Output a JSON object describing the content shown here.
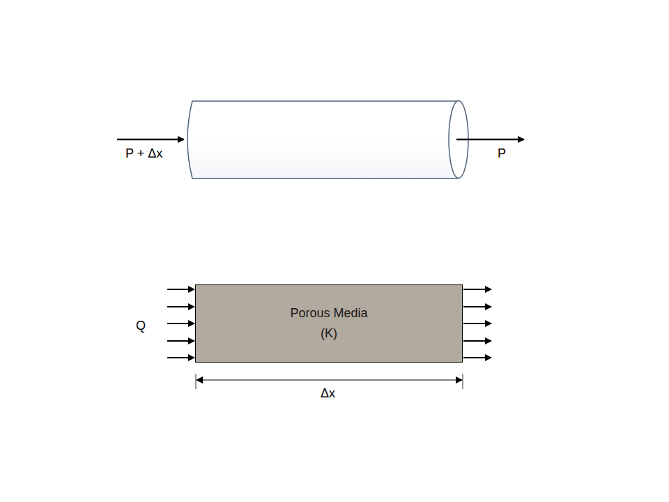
{
  "diagram": {
    "nodes": [
      {
        "text": [
          "Porous Media",
          "(K)"
        ]
      }
    ],
    "labels": [
      "P + Δx",
      "P",
      "Q",
      "Δx"
    ]
  }
}
